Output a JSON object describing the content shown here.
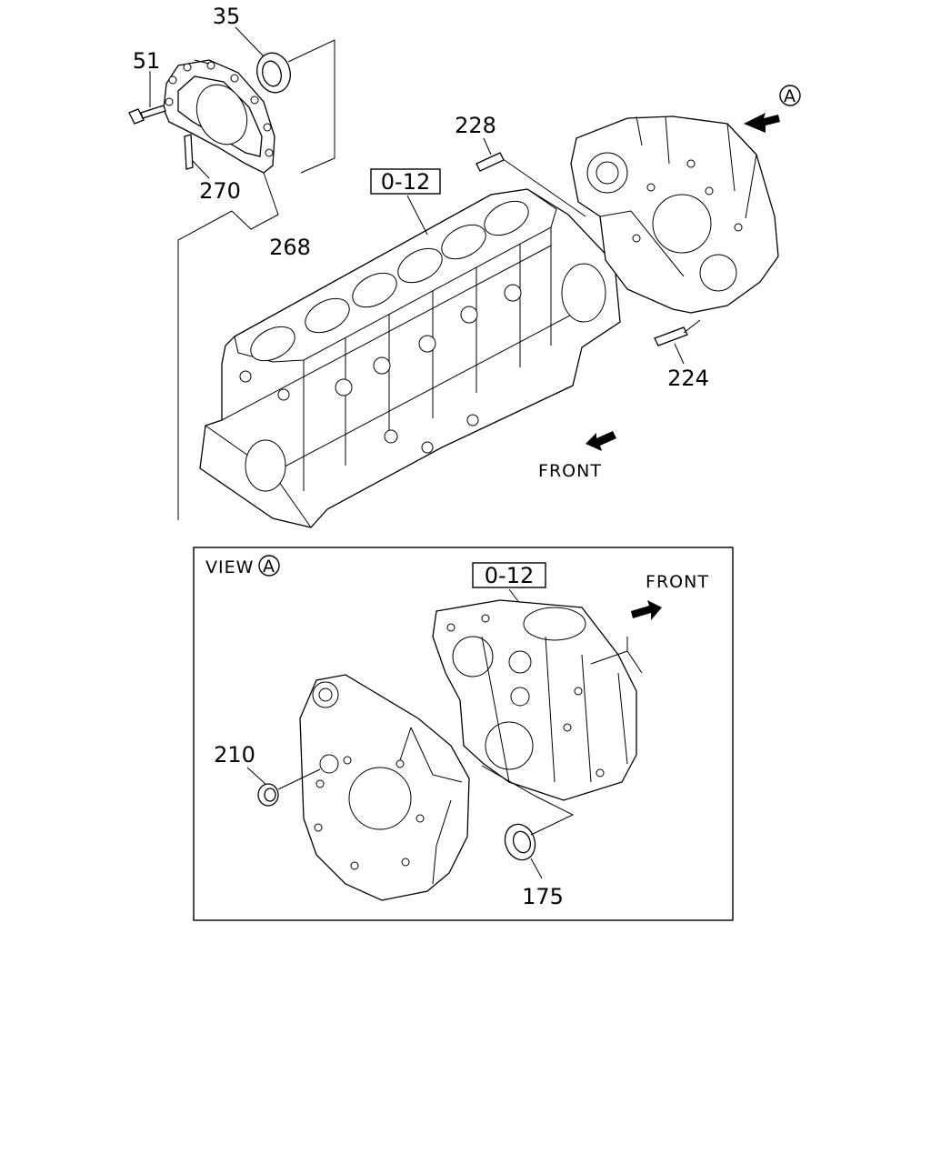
{
  "callouts": {
    "p35": "35",
    "p51": "51",
    "p270": "270",
    "p268": "268",
    "p228": "228",
    "p224": "224",
    "p210": "210",
    "p175": "175"
  },
  "refs": {
    "upper_group": "0-12",
    "view_group": "0-12"
  },
  "direction": {
    "front_upper": "FRONT",
    "front_view": "FRONT"
  },
  "view": {
    "label": "VIEW",
    "marker": "A"
  },
  "marker_a": "A"
}
